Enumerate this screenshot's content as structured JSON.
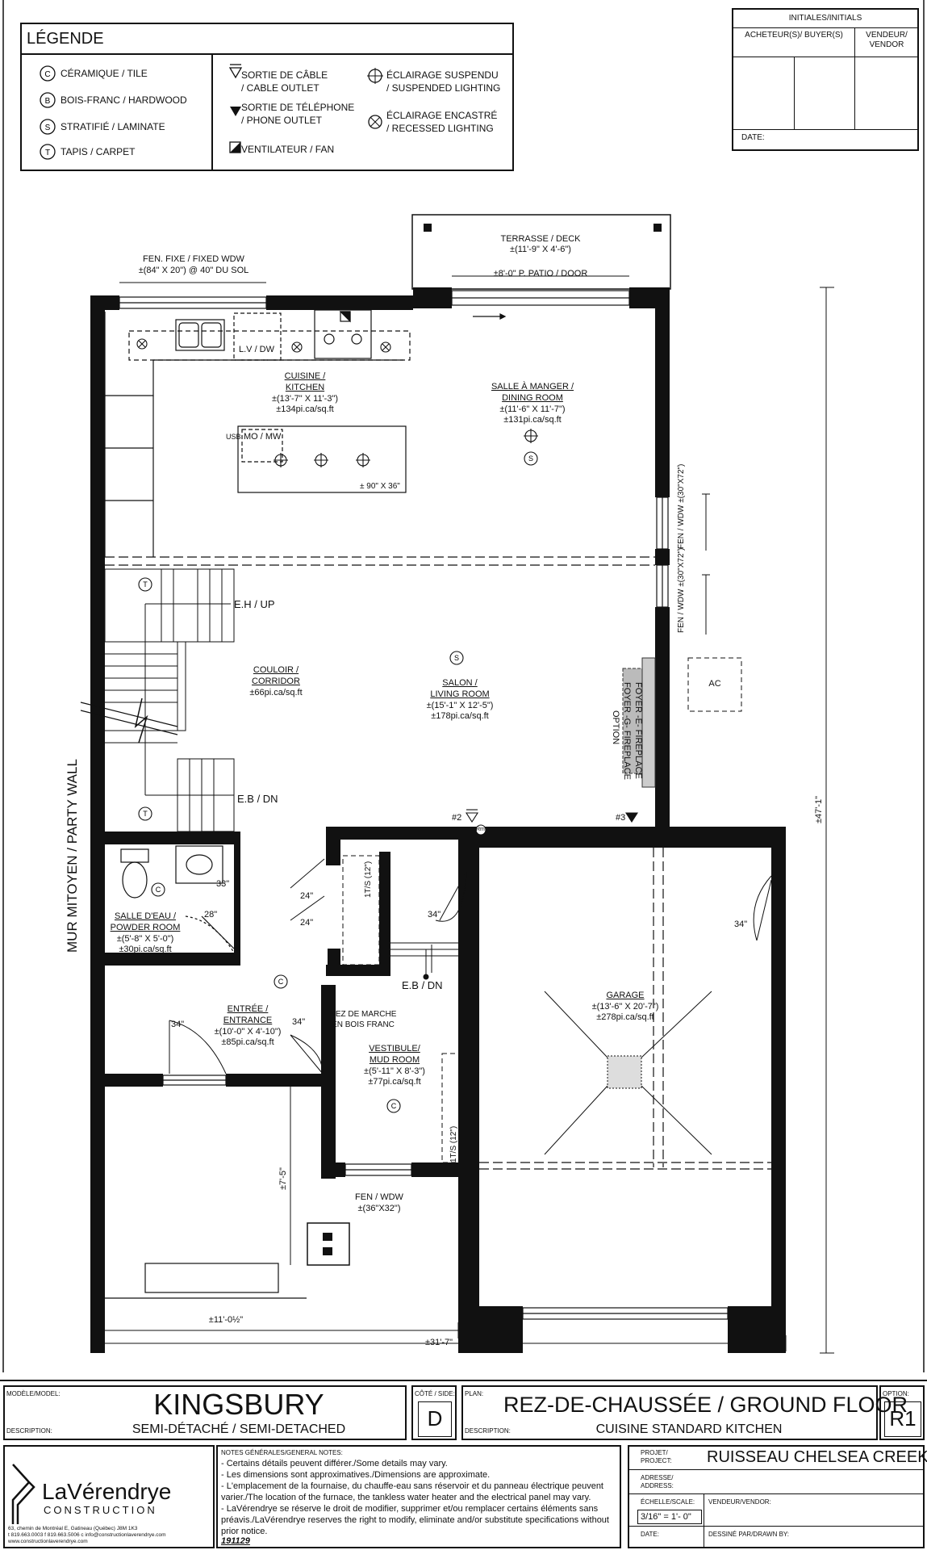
{
  "legend": {
    "title": "LÉGENDE",
    "materials": [
      {
        "symbol": "C",
        "label": "CÉRAMIQUE / TILE"
      },
      {
        "symbol": "B",
        "label": "BOIS-FRANC / HARDWOOD"
      },
      {
        "symbol": "S",
        "label": "STRATIFIÉ / LAMINATE"
      },
      {
        "symbol": "T",
        "label": "TAPIS / CARPET"
      }
    ],
    "outlets": [
      {
        "line1": "SORTIE DE CÂBLE",
        "line2": "/ CABLE OUTLET"
      },
      {
        "line1": "SORTIE DE TÉLÉPHONE",
        "line2": "/ PHONE OUTLET"
      },
      {
        "line1": "VENTILATEUR / FAN",
        "line2": ""
      }
    ],
    "lighting": [
      {
        "line1": "ÉCLAIRAGE SUSPENDU",
        "line2": "/ SUSPENDED LIGHTING"
      },
      {
        "line1": "ÉCLAIRAGE  ENCASTRÉ",
        "line2": "/ RECESSED LIGHTING"
      }
    ]
  },
  "initials": {
    "title": "INITIALES/INITIALS",
    "buyer": "ACHETEUR(S)/ BUYER(S)",
    "seller": "VENDEUR/ VENDOR",
    "date": "DATE:"
  },
  "plan": {
    "deck": {
      "name": "TERRASSE / DECK",
      "dim": "±(11'-9\" X 4'-6\")"
    },
    "patio_door": "±8'-0\" P. PATIO / DOOR",
    "fixed_window": {
      "line1": "FEN. FIXE / FIXED WDW",
      "line2": "±(84\" X 20\") @ 40\" DU SOL"
    },
    "kitchen": {
      "name1": "CUISINE /",
      "name2": "KITCHEN",
      "dim": "±(13'-7\" X 11'-3\")",
      "area": "±134pi.ca/sq.ft"
    },
    "dining": {
      "name1": "SALLE À MANGER /",
      "name2": "DINING ROOM",
      "dim": "±(11'-6\" X 11'-7\")",
      "area": "±131pi.ca/sq.ft"
    },
    "lv_dw": "L.V / DW",
    "mo_mw": "MO / MW",
    "usb": "USB",
    "island": "± 90\" X 36\"",
    "fen_wdw_label": "FEN / WDW",
    "fen_wdw_size": "±(30\"X72\")",
    "corridor": {
      "name1": "COULOIR /",
      "name2": "CORRIDOR",
      "area": "±66pi.ca/sq.ft"
    },
    "living": {
      "name1": "SALON /",
      "name2": "LIVING ROOM",
      "dim": "±(15'-1\" X 12'-5\")",
      "area": "±178pi.ca/sq.ft"
    },
    "stairs_up": "E.H / UP",
    "stairs_dn": "E.B / DN",
    "fireplace1": "FOYER -E- FIREPLACE",
    "fireplace2": "FOYER -G- FIREPLACE",
    "fireplace3": "OPTION",
    "ac": "AC",
    "party_wall": "MUR MITOYEN / PARTY WALL",
    "dim_total_h": "±47'-1\"",
    "mark2": "#2",
    "mark3": "#3",
    "rm": "Rm",
    "powder": {
      "name1": "SALLE D'EAU /",
      "name2": "POWDER ROOM",
      "dim": "±(5'-8\" X 5'-0\")",
      "area": "±30pi.ca/sq.ft"
    },
    "d33": "33\"",
    "d28": "28\"",
    "d24a": "24\"",
    "d24b": "24\"",
    "d34a": "34\"",
    "d34b": "34\"",
    "d34c": "34\"",
    "d34d": "34\"",
    "ts1": "1T/S (12\")",
    "ts2": "1T/S (12\")",
    "mud_dn": "E.B / DN",
    "nez1": "NEZ DE MARCHE",
    "nez2": "EN BOIS FRANC",
    "entrance": {
      "name1": "ENTRÉE /",
      "name2": "ENTRANCE",
      "dim": "±(10'-0\" X 4'-10\")",
      "area": "±85pi.ca/sq.ft"
    },
    "mud": {
      "name1": "VESTIBULE/",
      "name2": "MUD ROOM",
      "dim": "±(5'-11\" X 8'-3\")",
      "area": "±77pi.ca/sq.ft"
    },
    "garage": {
      "name": "GARAGE",
      "dim": "±(13'-6\" X 20'-7\")",
      "area": "±278pi.ca/sq.ft"
    },
    "front_wdw": {
      "name": "FEN / WDW",
      "size": "±(36\"X32\")"
    },
    "dim_7_5": "±7'-5\"",
    "dim_11": "±11'-0½\"",
    "dim_31": "±31'-7\""
  },
  "titleblock": {
    "model_label": "MODÈLE/MODEL:",
    "desc_label": "DESCRIPTION:",
    "model": "KINGSBURY",
    "model_desc": "SEMI-DÉTACHÉ / SEMI-DETACHED",
    "side_label": "CÔTÉ / SIDE:",
    "side": "D",
    "plan_label": "PLAN:",
    "plan_desc_label": "DESCRIPTION:",
    "plan": "REZ-DE-CHAUSSÉE / GROUND FLOOR",
    "plan_desc": "CUISINE STANDARD KITCHEN",
    "option_label": "OPTION:",
    "option": "R1"
  },
  "footer": {
    "company1": "LaVérendrye",
    "company2": "CONSTRUCTION",
    "address": "63, chemin de Montréal E, Gatineau (Québec)  J8M 1K3",
    "phone": "t 819.663.0003  f 819.663.5006  c info@constructionlaverendrye.com",
    "web": "www.constructionlaverendrye.com",
    "notes_title": "NOTES GÉNÉRALES/GENERAL NOTES:",
    "notes": [
      "Certains détails peuvent différer./Some details may vary.",
      "Les dimensions sont approximatives./Dimensions are approximate.",
      "L'emplacement de la fournaise, du chauffe-eau sans réservoir et du panneau électrique peuvent varier./The location of the furnace, the tankless water heater and the electrical panel may vary.",
      "LaVérendrye se réserve le droit de modifier, supprimer et/ou remplacer certains éléments sans préavis./LaVérendrye reserves the right to modify, eliminate and/or substitute specifications without prior notice."
    ],
    "code": "191129",
    "project_label": "PROJET/ PROJECT:",
    "project": "RUISSEAU CHELSEA CREEK",
    "address_label": "ADRESSE/ ADDRESS:",
    "scale_label": "ÉCHELLE/SCALE:",
    "scale": "3/16\" = 1'- 0\"",
    "vendor_label": "VENDEUR/VENDOR:",
    "date_label": "DATE:",
    "drawn_label": "DESSINÉ PAR/DRAWN BY:"
  }
}
